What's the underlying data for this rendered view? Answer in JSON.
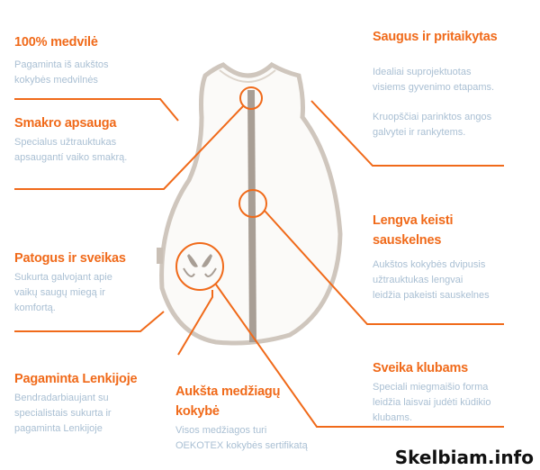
{
  "features": {
    "cotton": {
      "title": "100% medvilė",
      "lines": [
        "Pagaminta iš aukštos",
        "kokybės medvilnės"
      ]
    },
    "chin": {
      "title": "Smakro apsauga",
      "lines": [
        "Specialus užtrauktukas",
        "apsaugantí vaiko smakrą."
      ]
    },
    "comfort": {
      "title": "Patogus ir sveikas",
      "lines": [
        "Sukurta galvojant apie",
        "vaikų saugų miegą ir",
        "komfortą."
      ]
    },
    "poland": {
      "title": "Pagaminta Lenkijoje",
      "lines": [
        "Bendradarbiaujant su",
        "specialistais sukurta ir",
        "pagaminta Lenkijoje"
      ]
    },
    "quality": {
      "title_lines": [
        "Aukšta medžiagų",
        "kokybė"
      ],
      "lines": [
        "Visos medžiagos turi",
        "OEKOTEX kokybės sertifikatą"
      ]
    },
    "safe": {
      "title": "Saugus ir pritaikytas",
      "lines": [
        "Idealiai suprojektuotas",
        "visiems gyvenimo etapams."
      ],
      "lines2": [
        "Kruopščiai parinktos angos",
        "galvytei ir rankytems."
      ]
    },
    "diaper": {
      "title_lines": [
        "Lengva keisti",
        "sauskelnes"
      ],
      "lines": [
        "Aukštos kokybės dvipusis",
        "užtrauktukas lengvai",
        "leidžia pakeisti sauskelnes"
      ]
    },
    "hips": {
      "title": "Sveika klubams",
      "lines": [
        "Speciali miegmaišio forma",
        "leidžia laisvai judėti kūdikio",
        "klubams."
      ]
    }
  },
  "watermark": "Skelbiam.info",
  "colors": {
    "accent": "#f06a1a",
    "text": "#a9bfd3",
    "outline": "#cfc6bd",
    "zipper": "#a89e95"
  }
}
